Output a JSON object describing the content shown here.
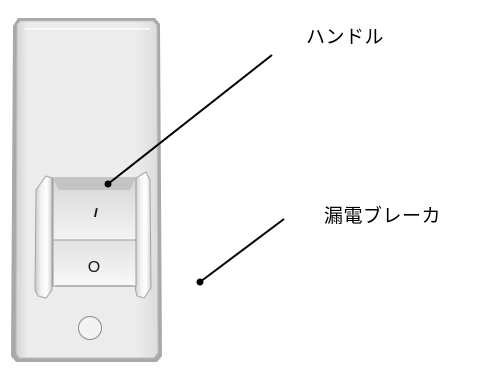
{
  "labels": {
    "handle": "ハンドル",
    "breaker": "漏電ブレーカ"
  },
  "switch_marks": {
    "on": "I",
    "off": "O"
  },
  "colors": {
    "plate": "#ebebeb",
    "plate_edge": "#b9b9b9",
    "leader_line": "#000000",
    "text": "#000000"
  }
}
